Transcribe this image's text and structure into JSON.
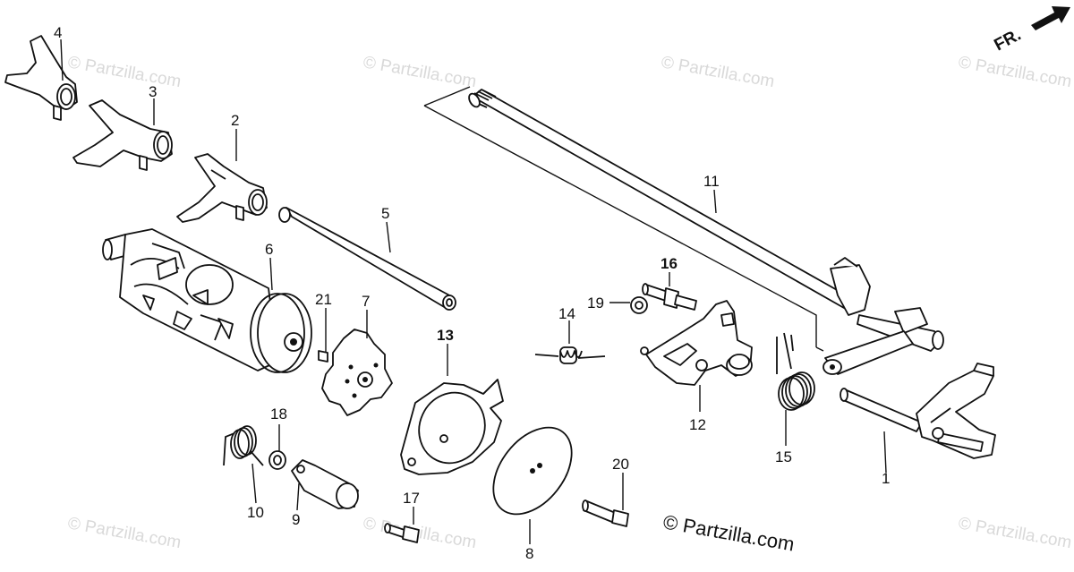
{
  "watermark": "© Partzilla.com",
  "copyright": "© Partzilla.com",
  "direction": "FR.",
  "callouts": {
    "c1": "1",
    "c2": "2",
    "c3": "3",
    "c4": "4",
    "c5": "5",
    "c6": "6",
    "c7": "7",
    "c8": "8",
    "c9": "9",
    "c10": "10",
    "c11": "11",
    "c12": "12",
    "c13": "13",
    "c14": "14",
    "c15": "15",
    "c16": "16",
    "c17": "17",
    "c18": "18",
    "c19": "19",
    "c20": "20",
    "c21": "21"
  }
}
